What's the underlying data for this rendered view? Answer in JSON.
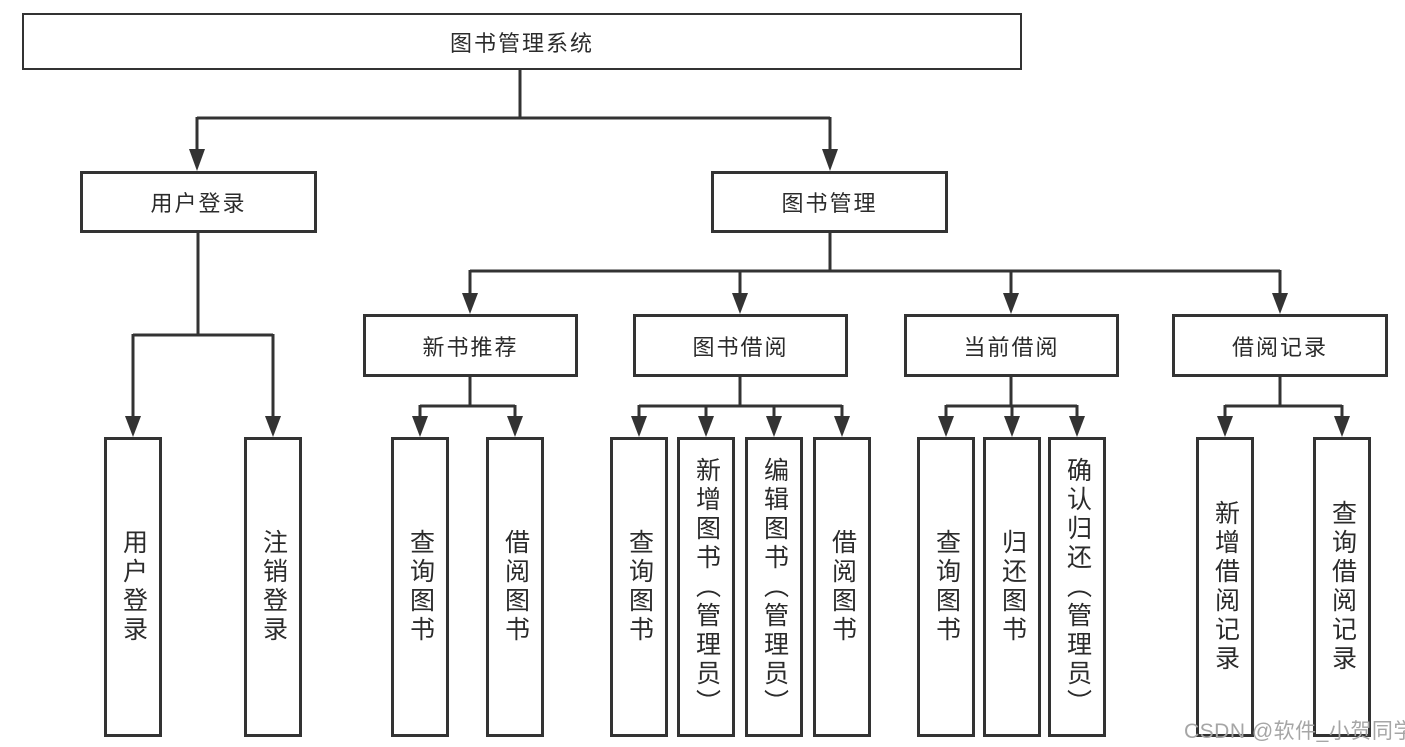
{
  "tree": {
    "label": "图书管理系统",
    "children": [
      {
        "label": "用户登录",
        "children": [
          {
            "label": "用户登录"
          },
          {
            "label": "注销登录"
          }
        ]
      },
      {
        "label": "图书管理",
        "children": [
          {
            "label": "新书推荐",
            "children": [
              {
                "label": "查询图书"
              },
              {
                "label": "借阅图书"
              }
            ]
          },
          {
            "label": "图书借阅",
            "children": [
              {
                "label": "查询图书"
              },
              {
                "label": "新增图书（管理员）"
              },
              {
                "label": "编辑图书（管理员）"
              },
              {
                "label": "借阅图书"
              }
            ]
          },
          {
            "label": "当前借阅",
            "children": [
              {
                "label": "查询图书"
              },
              {
                "label": "归还图书"
              },
              {
                "label": "确认归还（管理员）"
              }
            ]
          },
          {
            "label": "借阅记录",
            "children": [
              {
                "label": "新增借阅记录"
              },
              {
                "label": "查询借阅记录"
              }
            ]
          }
        ]
      }
    ]
  },
  "watermark": {
    "text": "CSDN @软件_小贺同学"
  },
  "colors": {
    "line": "#333333",
    "box_border": "#333333",
    "box_background": "#ffffff",
    "text": "#2b2b2b",
    "watermark": "#a6a6a6",
    "page_background": "#ffffff"
  }
}
